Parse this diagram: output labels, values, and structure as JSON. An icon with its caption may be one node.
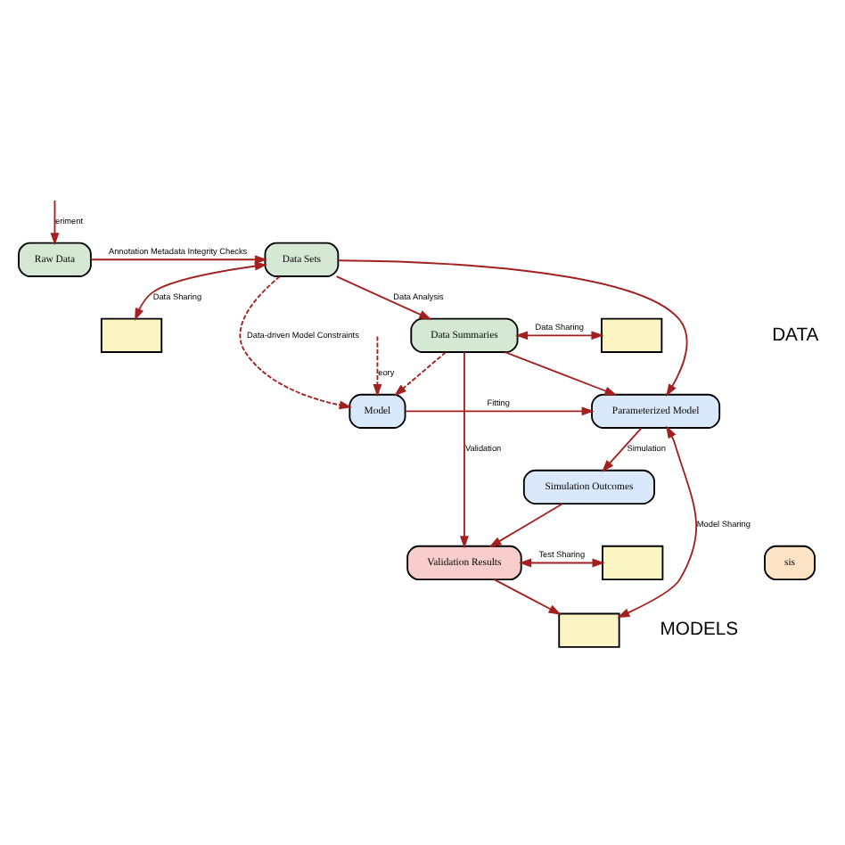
{
  "diagram": {
    "nodes": [
      {
        "text": [
          "Raw Data"
        ]
      },
      {
        "text": [
          "Data Sets"
        ]
      },
      {
        "text": [],
        "shape": "box"
      },
      {
        "text": [
          "Data Summaries"
        ]
      },
      {
        "text": [],
        "shape": "box"
      },
      {
        "text": [
          "sis"
        ]
      },
      {
        "text": [
          "Validation Results"
        ]
      },
      {
        "text": [],
        "shape": "box"
      },
      {
        "text": [
          "Simulation Outcomes"
        ]
      },
      {
        "text": [
          "Model"
        ]
      },
      {
        "text": [
          "Parameterized Model"
        ]
      },
      {
        "text": [],
        "shape": "box"
      }
    ],
    "edges": [
      {
        "from": null,
        "to": 0,
        "arrow": "to",
        "label": "eriment"
      },
      {
        "from": 0,
        "to": 1,
        "arrow": "to",
        "label": "Annotation Metadata Integrity Checks"
      },
      {
        "from": 1,
        "to": 2,
        "arrow": "both",
        "label": "Data Sharing"
      },
      {
        "from": 1,
        "to": 3,
        "arrow": "to",
        "label": "Data Analysis"
      },
      {
        "from": 3,
        "to": 4,
        "arrow": "both",
        "label": "Data Sharing"
      },
      {
        "from": 1,
        "to": 9,
        "arrow": "to",
        "style": "dashed",
        "label": "Data-driven Model Constraints"
      },
      {
        "from": 3,
        "to": 9,
        "arrow": "to",
        "style": "dashed"
      },
      {
        "from": 1,
        "to": 10,
        "arrow": "to"
      },
      {
        "from": 3,
        "to": 10,
        "arrow": "to"
      },
      {
        "from": 3,
        "to": 6,
        "arrow": "to",
        "label": "Validation"
      },
      {
        "from": 8,
        "to": 6,
        "arrow": "to"
      },
      {
        "from": 6,
        "to": 7,
        "arrow": "both",
        "label": "Test Sharing"
      },
      {
        "from": 9,
        "to": 10,
        "arrow": "to",
        "label": "Fitting"
      },
      {
        "from": 10,
        "to": 8,
        "arrow": "to",
        "label": "Simulation"
      },
      {
        "from": 10,
        "to": 11,
        "arrow": "both",
        "label": "Model Sharing"
      },
      {
        "from": 6,
        "to": 11,
        "arrow": "to"
      },
      {
        "from": null,
        "to": 9,
        "arrow": "to",
        "style": "dashed",
        "label": "eory"
      }
    ],
    "labels": [
      "DATA",
      "MODELS"
    ]
  }
}
